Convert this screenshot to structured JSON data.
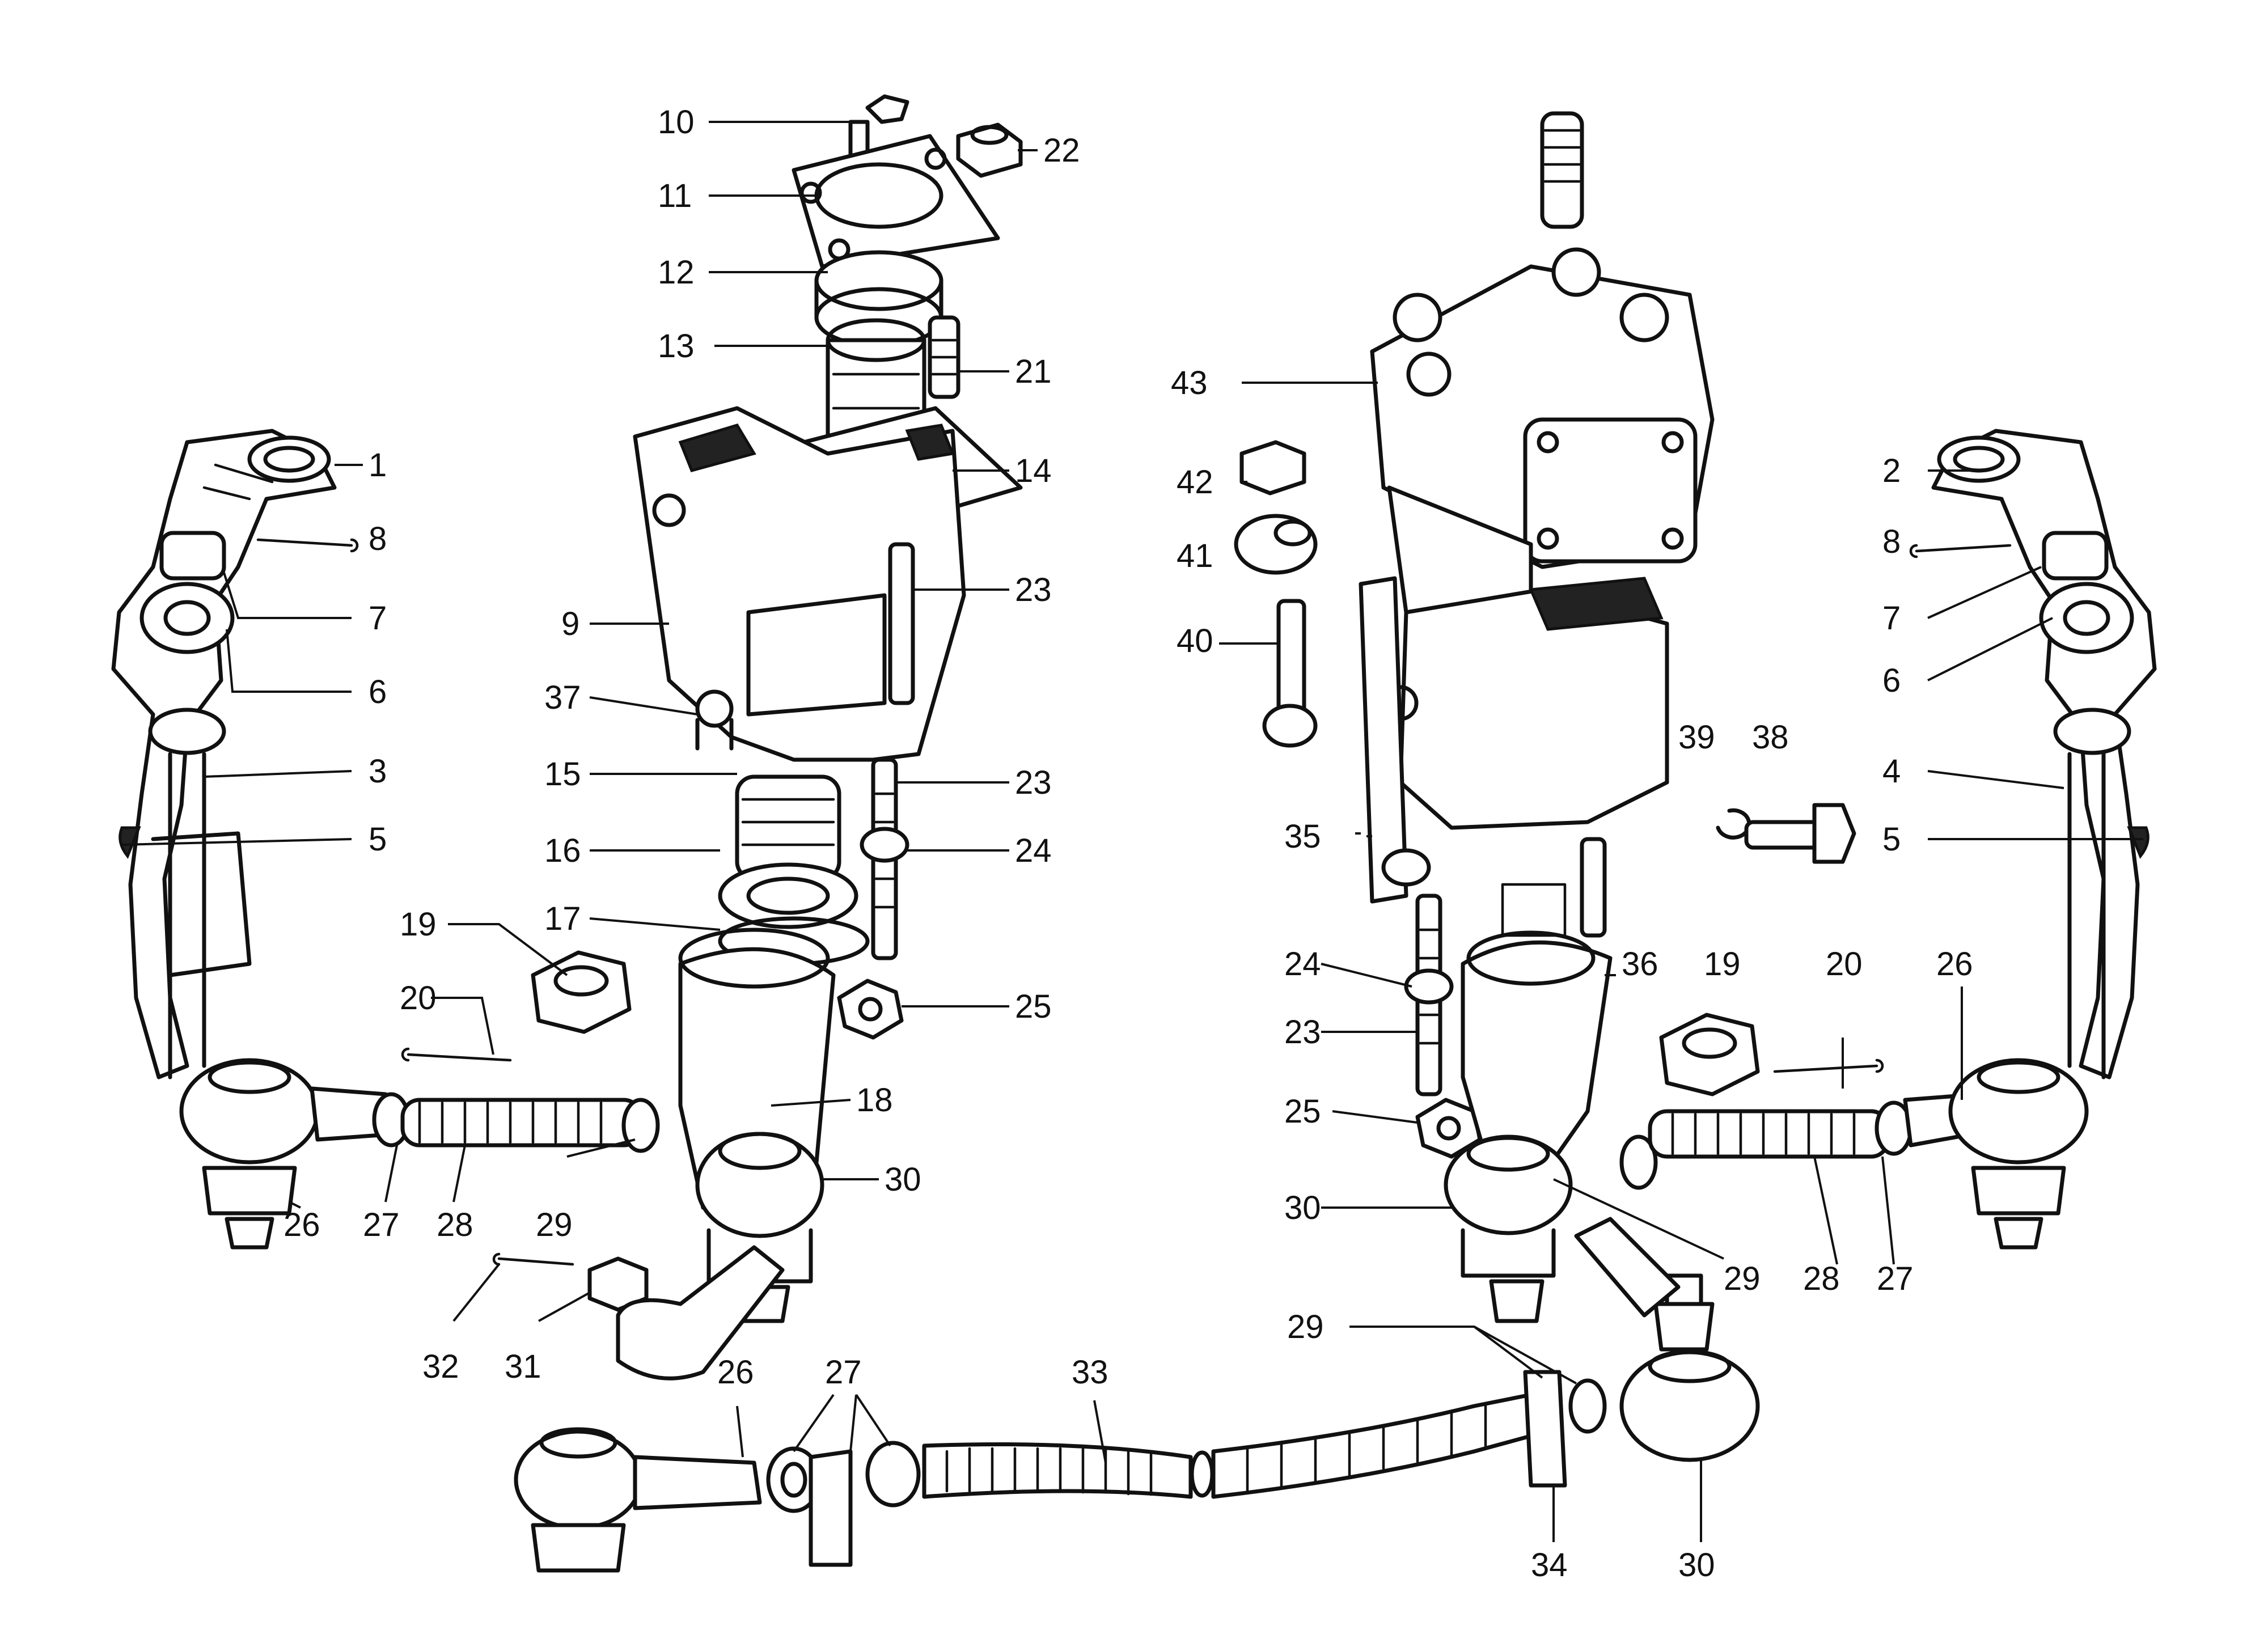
{
  "diagram": {
    "callouts": [
      {
        "id": "c-10",
        "text": "10"
      },
      {
        "id": "c-22",
        "text": "22"
      },
      {
        "id": "c-11",
        "text": "11"
      },
      {
        "id": "c-12",
        "text": "12"
      },
      {
        "id": "c-13",
        "text": "13"
      },
      {
        "id": "c-21",
        "text": "21"
      },
      {
        "id": "c-14",
        "text": "14"
      },
      {
        "id": "c-9",
        "text": "9"
      },
      {
        "id": "c-23a",
        "text": "23"
      },
      {
        "id": "c-37",
        "text": "37"
      },
      {
        "id": "c-15",
        "text": "15"
      },
      {
        "id": "c-23b",
        "text": "23"
      },
      {
        "id": "c-16",
        "text": "16"
      },
      {
        "id": "c-24a",
        "text": "24"
      },
      {
        "id": "c-17",
        "text": "17"
      },
      {
        "id": "c-19a",
        "text": "19"
      },
      {
        "id": "c-20a",
        "text": "20"
      },
      {
        "id": "c-25a",
        "text": "25"
      },
      {
        "id": "c-18",
        "text": "18"
      },
      {
        "id": "c-30a",
        "text": "30"
      },
      {
        "id": "c-1",
        "text": "1"
      },
      {
        "id": "c-8a",
        "text": "8"
      },
      {
        "id": "c-7a",
        "text": "7"
      },
      {
        "id": "c-6a",
        "text": "6"
      },
      {
        "id": "c-3",
        "text": "3"
      },
      {
        "id": "c-5a",
        "text": "5"
      },
      {
        "id": "c-26a",
        "text": "26"
      },
      {
        "id": "c-27a",
        "text": "27"
      },
      {
        "id": "c-28a",
        "text": "28"
      },
      {
        "id": "c-29a",
        "text": "29"
      },
      {
        "id": "c-32",
        "text": "32"
      },
      {
        "id": "c-31",
        "text": "31"
      },
      {
        "id": "c-26b",
        "text": "26"
      },
      {
        "id": "c-27b",
        "text": "27"
      },
      {
        "id": "c-33",
        "text": "33"
      },
      {
        "id": "c-29b",
        "text": "29"
      },
      {
        "id": "c-34",
        "text": "34"
      },
      {
        "id": "c-30b",
        "text": "30"
      },
      {
        "id": "c-43",
        "text": "43"
      },
      {
        "id": "c-42",
        "text": "42"
      },
      {
        "id": "c-41",
        "text": "41"
      },
      {
        "id": "c-40",
        "text": "40"
      },
      {
        "id": "c-39",
        "text": "39"
      },
      {
        "id": "c-38",
        "text": "38"
      },
      {
        "id": "c-35",
        "text": "35"
      },
      {
        "id": "c-24b",
        "text": "24"
      },
      {
        "id": "c-36",
        "text": "36"
      },
      {
        "id": "c-19b",
        "text": "19"
      },
      {
        "id": "c-20b",
        "text": "20"
      },
      {
        "id": "c-26c",
        "text": "26"
      },
      {
        "id": "c-23c",
        "text": "23"
      },
      {
        "id": "c-25b",
        "text": "25"
      },
      {
        "id": "c-30c",
        "text": "30"
      },
      {
        "id": "c-29c",
        "text": "29"
      },
      {
        "id": "c-28b",
        "text": "28"
      },
      {
        "id": "c-27c",
        "text": "27"
      },
      {
        "id": "c-2",
        "text": "2"
      },
      {
        "id": "c-8b",
        "text": "8"
      },
      {
        "id": "c-7b",
        "text": "7"
      },
      {
        "id": "c-6b",
        "text": "6"
      },
      {
        "id": "c-4",
        "text": "4"
      },
      {
        "id": "c-5b",
        "text": "5"
      }
    ]
  }
}
